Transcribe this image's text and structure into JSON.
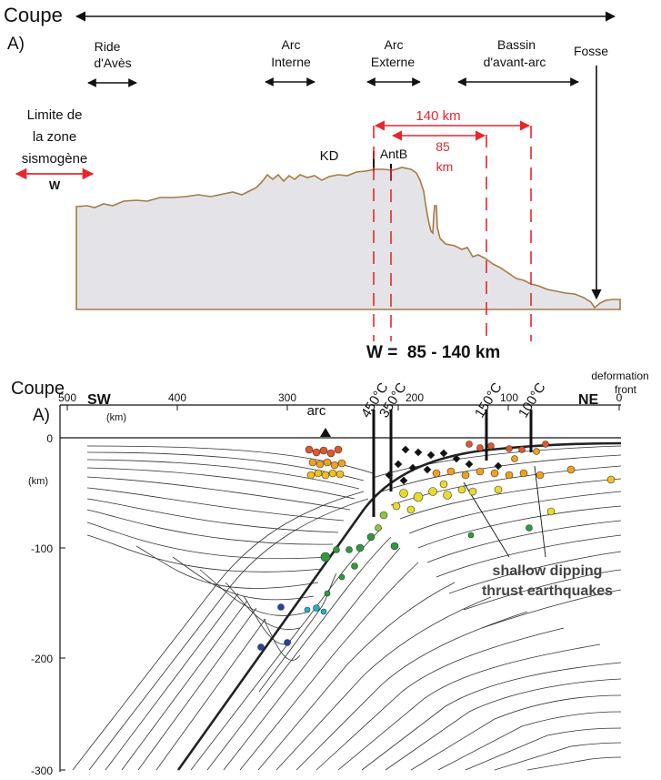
{
  "top_section": {
    "coupe_label": "Coupe",
    "section_label": "A)",
    "zones": [
      {
        "line1": "Ride",
        "line2": "d'Avès"
      },
      {
        "line1": "Arc",
        "line2": "Interne"
      },
      {
        "line1": "Arc",
        "line2": "Externe"
      },
      {
        "line1": "Bassin",
        "line2": "d'avant-arc"
      }
    ],
    "fosse_label": "Fosse",
    "limite_lines": [
      "Limite de",
      "la zone",
      "sismogène"
    ],
    "w_label": "W",
    "kd_label": "KD",
    "antb_label": "AntB",
    "width_140": "140 km",
    "width_85_line1": "85",
    "width_85_line2": "km",
    "w_range": "W =  85 - 140 km"
  },
  "bottom_section": {
    "coupe_label": "Coupe",
    "section_label": "A)",
    "sw_label": "SW",
    "ne_label": "NE",
    "deformation_line1": "deformation",
    "deformation_line2": "front",
    "arc_label": "arc",
    "km_top": "(km)",
    "km_side": "(km)",
    "x_ticks": [
      "500",
      "400",
      "300",
      "200",
      "100",
      "0"
    ],
    "y_ticks": [
      "0",
      "-100",
      "-200",
      "-300"
    ],
    "isotherms": [
      "450°C",
      "350°C",
      "150°C",
      "100°C"
    ],
    "annotation_line1": "shallow dipping",
    "annotation_line2": "thrust earthquakes"
  },
  "colors": {
    "profile_fill": "#e4e4e8",
    "profile_stroke": "#a57a45",
    "accent_red": "#e8262d",
    "quake_red": "#e0572b",
    "quake_orange": "#f0a020",
    "quake_yellow": "#e8dc2a",
    "quake_green": "#2f9a3e",
    "quake_cyan": "#1eb3c8",
    "quake_blue": "#2244a0"
  }
}
